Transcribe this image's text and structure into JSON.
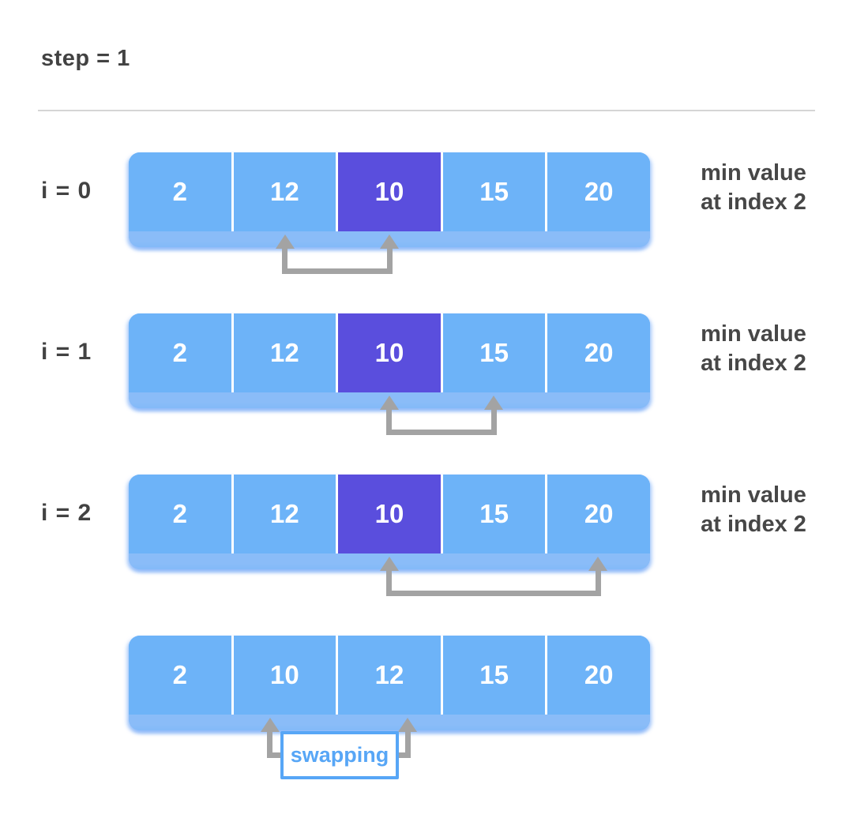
{
  "title": "step = 1",
  "colors": {
    "cell_blue": "#6db3f8",
    "highlight_purple": "#5a4edd",
    "bar_shadow_blue": "#8abcf8",
    "arrow_gray": "#a3a3a3",
    "accent_blue": "#57a6f6",
    "text_dark": "#424242",
    "divider_gray": "#d5d5d5"
  },
  "rows": [
    {
      "label": "i = 0",
      "cells": [
        "2",
        "12",
        "10",
        "15",
        "20"
      ],
      "highlight_index": 2,
      "note_line1": "min value",
      "note_line2": "at index 2",
      "arrow_between": [
        1,
        2
      ]
    },
    {
      "label": "i = 1",
      "cells": [
        "2",
        "12",
        "10",
        "15",
        "20"
      ],
      "highlight_index": 2,
      "note_line1": "min value",
      "note_line2": "at index 2",
      "arrow_between": [
        2,
        3
      ]
    },
    {
      "label": "i = 2",
      "cells": [
        "2",
        "12",
        "10",
        "15",
        "20"
      ],
      "highlight_index": 2,
      "note_line1": "min value",
      "note_line2": "at index 2",
      "arrow_between": [
        2,
        4
      ]
    },
    {
      "label": "",
      "cells": [
        "2",
        "10",
        "12",
        "15",
        "20"
      ],
      "highlight_index": null,
      "swap_label": "swapping",
      "arrow_between": [
        1,
        2
      ]
    }
  ]
}
